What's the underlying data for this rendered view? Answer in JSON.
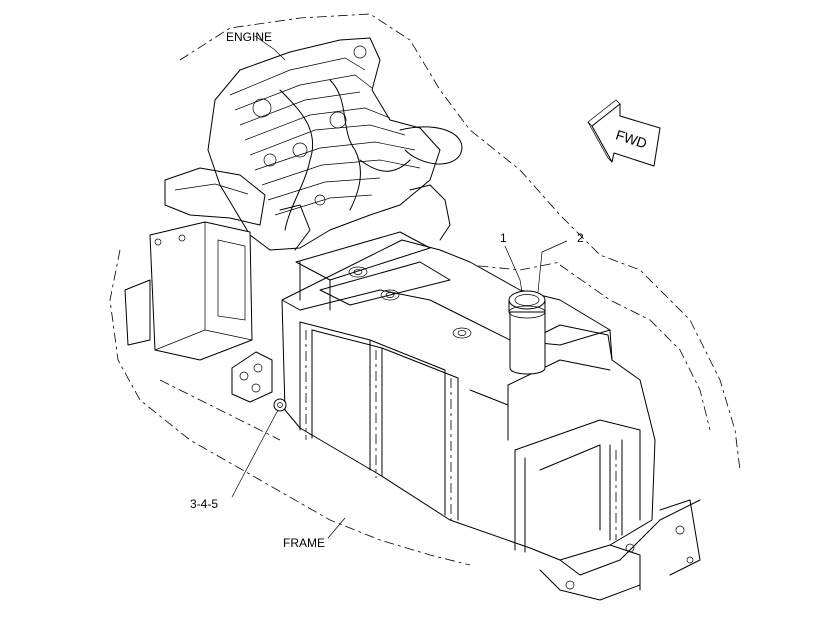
{
  "labels": {
    "engine": "ENGINE",
    "frame": "FRAME",
    "fwd": "FWD",
    "callout_1": "1",
    "callout_2": "2",
    "callout_345": "3-4-5"
  },
  "colors": {
    "line": "#000000",
    "background": "#ffffff"
  }
}
